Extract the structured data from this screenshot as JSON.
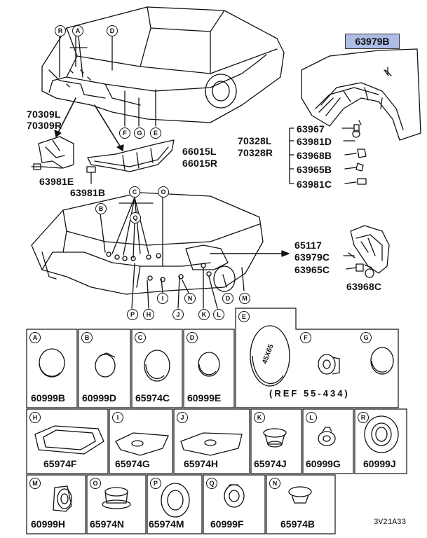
{
  "highlight_part": "63979B",
  "top_labels": {
    "p70309l": "70309L",
    "p70309r": "70309R",
    "p63981e": "63981E",
    "p63981b": "63981B",
    "p66015l": "66015L",
    "p66015r": "66015R",
    "p70328l": "70328L",
    "p70328r": "70328R",
    "p63967": "63967",
    "p63981d": "63981D",
    "p63968b": "63968B",
    "p63965b": "63965B",
    "p63981c": "63981C",
    "p65117": "65117",
    "p63979c": "63979C",
    "p63965c": "63965C",
    "p63968c": "63968C"
  },
  "callouts_top": [
    "R",
    "A",
    "D",
    "F",
    "G",
    "E"
  ],
  "callouts_mid": [
    "C",
    "O",
    "B",
    "Q",
    "P",
    "H",
    "I",
    "J",
    "N",
    "K",
    "L",
    "D",
    "M"
  ],
  "grid_row1": [
    {
      "letter": "A",
      "part": "60999B"
    },
    {
      "letter": "B",
      "part": "60999D"
    },
    {
      "letter": "C",
      "part": "65974C"
    },
    {
      "letter": "D",
      "part": "60999E"
    },
    {
      "letter": "E",
      "part": ""
    },
    {
      "letter": "F",
      "part": ""
    },
    {
      "letter": "G",
      "part": ""
    }
  ],
  "e_insert_text": "45X65",
  "ref_note": "(REF 55-434)",
  "grid_row2": [
    {
      "letter": "H",
      "part": "65974F"
    },
    {
      "letter": "I",
      "part": "65974G"
    },
    {
      "letter": "J",
      "part": "65974H"
    },
    {
      "letter": "K",
      "part": "65974J"
    },
    {
      "letter": "L",
      "part": "60999G"
    },
    {
      "letter": "R",
      "part": "60999J"
    }
  ],
  "grid_row3": [
    {
      "letter": "M",
      "part": "60999H"
    },
    {
      "letter": "O",
      "part": "65974N"
    },
    {
      "letter": "P",
      "part": "65974M"
    },
    {
      "letter": "Q",
      "part": "60999F"
    },
    {
      "letter": "N",
      "part": "65974B"
    }
  ],
  "diagram_code": "3V21A33",
  "colors": {
    "highlight": "#aebde6",
    "ink": "#111111"
  }
}
